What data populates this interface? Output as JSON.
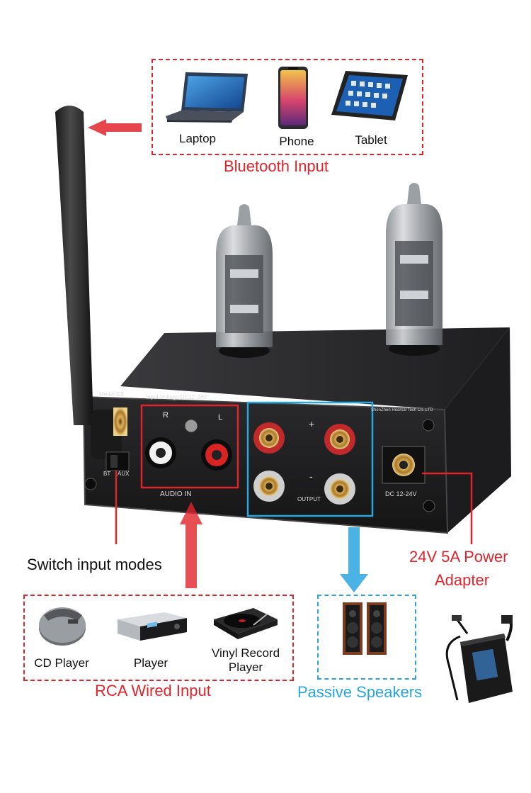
{
  "bluetooth": {
    "devices": [
      {
        "label": "Laptop",
        "icon": "laptop-icon"
      },
      {
        "label": "Phone",
        "icon": "phone-icon"
      },
      {
        "label": "Tablet",
        "icon": "tablet-icon"
      }
    ],
    "caption": "Bluetooth Input"
  },
  "amp_panel": {
    "model": "Model:G3",
    "input_voltage": "Input Voltage:DC12-24V",
    "maker": "ShenZhen Hearsal Tech Co.,LTD",
    "r": "R",
    "l": "L",
    "bt": "BT",
    "aux": "AUX",
    "audio_in": "AUDIO IN",
    "plus": "+",
    "minus": "-",
    "output": "OUTPUT",
    "dc": "DC 12-24V"
  },
  "switch_label": "Switch input modes",
  "power": {
    "line1": "24V 5A Power",
    "line2": "Adapter"
  },
  "rca": {
    "devices": [
      {
        "label": "CD Player",
        "icon": "cd-player-icon"
      },
      {
        "label": "Player",
        "icon": "player-icon"
      },
      {
        "label": "Vinyl Record\nPlayer",
        "icon": "turntable-icon"
      }
    ],
    "caption": "RCA Wired Input"
  },
  "speakers": {
    "caption": "Passive Speakers",
    "icon": "speakers-icon"
  },
  "colors": {
    "red": "#e0242b",
    "blue": "#2aa6df"
  }
}
